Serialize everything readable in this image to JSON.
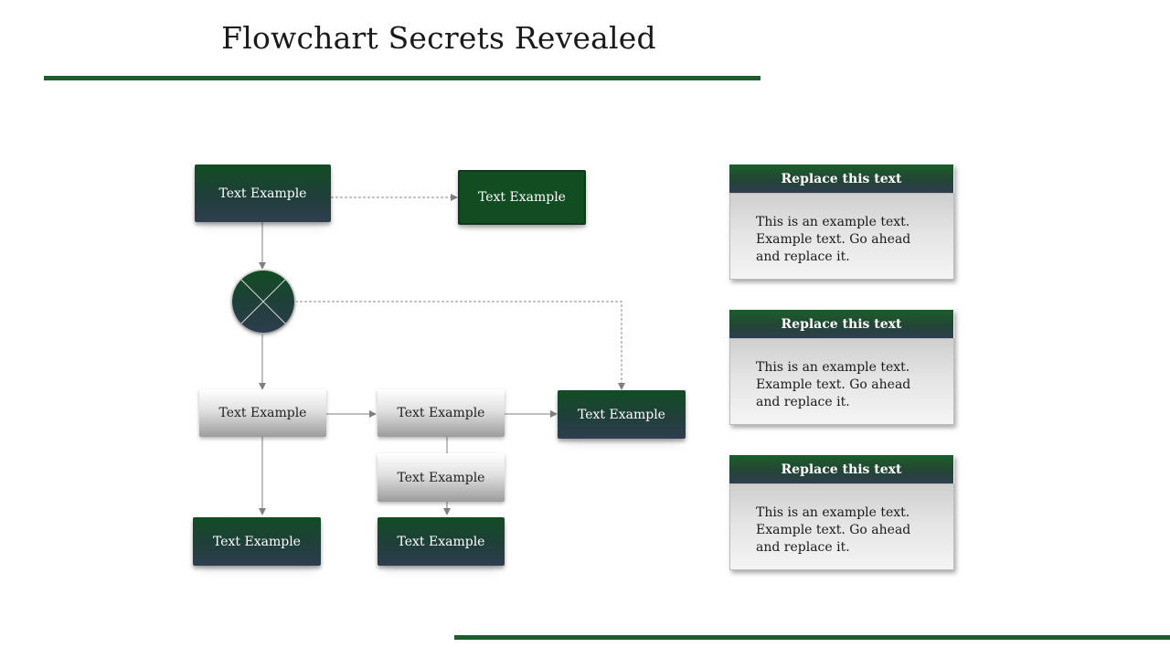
{
  "title": "Flowchart Secrets Revealed",
  "colors": {
    "accent_green": "#1b5e2b",
    "dark_slate": "#2f3e4f"
  },
  "flowchart": {
    "nodes": {
      "top_left": "Text Example",
      "top_right": "Text Example",
      "mid_left": "Text Example",
      "mid_center": "Text Example",
      "mid_right": "Text Example",
      "lower_center": "Text Example",
      "bottom_left": "Text Example",
      "bottom_center": "Text Example"
    },
    "decision_icon": "x-circle-icon"
  },
  "cards": [
    {
      "heading": "Replace this text",
      "body": "This is an example text. Example text. Go ahead and replace it."
    },
    {
      "heading": "Replace this text",
      "body": "This is an example text. Example text. Go ahead and replace it."
    },
    {
      "heading": "Replace this text",
      "body": "This is an example text. Example text. Go ahead and replace it."
    }
  ]
}
